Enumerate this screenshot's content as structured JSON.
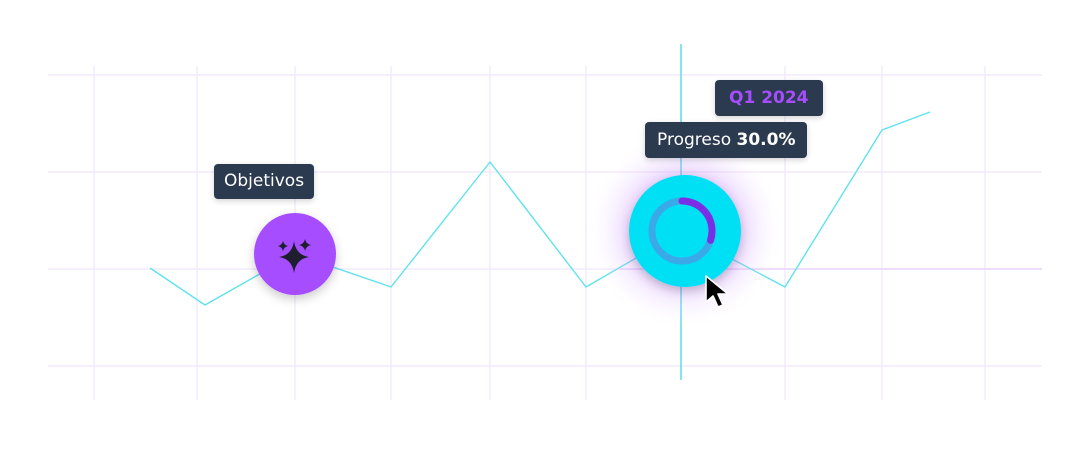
{
  "tooltips": {
    "objetivos": "Objetivos",
    "quarter": "Q1 2024",
    "progress_label": "Progreso",
    "progress_value": "30.0%"
  },
  "progress": {
    "fraction": 0.3
  },
  "colors": {
    "accent_purple": "#a64dff",
    "accent_cyan": "#00e0f5",
    "line": "#5fe3ec",
    "tooltip_bg": "#2b3a4f",
    "grid": "#f1e6fb"
  },
  "icons": {
    "objetivos_node": "sparkle-icon",
    "progress_node": "progress-ring-icon",
    "cursor": "cursor-arrow-icon"
  }
}
